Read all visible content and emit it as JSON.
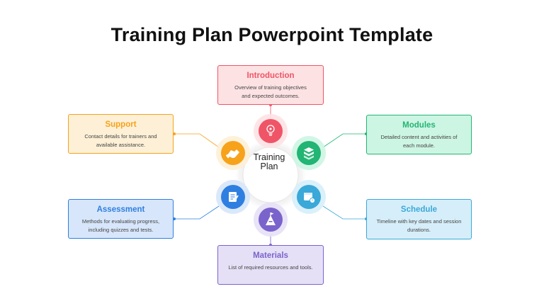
{
  "title": "Training Plan Powerpoint Template",
  "center": {
    "line1": "Training",
    "line2": "Plan"
  },
  "nodes": {
    "introduction": {
      "heading": "Introduction",
      "line1": "Overview of training objectives",
      "line2": "and expected outcomes.",
      "color": "#ef5566",
      "bg": "#fde2e4",
      "icon": "bulb-icon"
    },
    "modules": {
      "heading": "Modules",
      "line1": "Detailed content and activities of",
      "line2": "each module.",
      "color": "#22b573",
      "bg": "#cdf5e3",
      "icon": "layers-icon"
    },
    "schedule": {
      "heading": "Schedule",
      "line1": "Timeline with key dates and session",
      "line2": "durations.",
      "color": "#3aa8d8",
      "bg": "#d6eef9",
      "icon": "calendar-clock-icon"
    },
    "materials": {
      "heading": "Materials",
      "line1": "List of required resources and tools.",
      "line2": "",
      "color": "#7b63cc",
      "bg": "#e5e0f6",
      "icon": "mountain-flag-icon"
    },
    "assessment": {
      "heading": "Assessment",
      "line1": "Methods for evaluating progress,",
      "line2": "including quizzes and tests.",
      "color": "#2f7fe0",
      "bg": "#d7e6fa",
      "icon": "checklist-icon"
    },
    "support": {
      "heading": "Support",
      "line1": "Contact details for trainers and",
      "line2": "available assistance.",
      "color": "#f7a21b",
      "bg": "#fdf0d6",
      "icon": "handshake-icon"
    }
  }
}
